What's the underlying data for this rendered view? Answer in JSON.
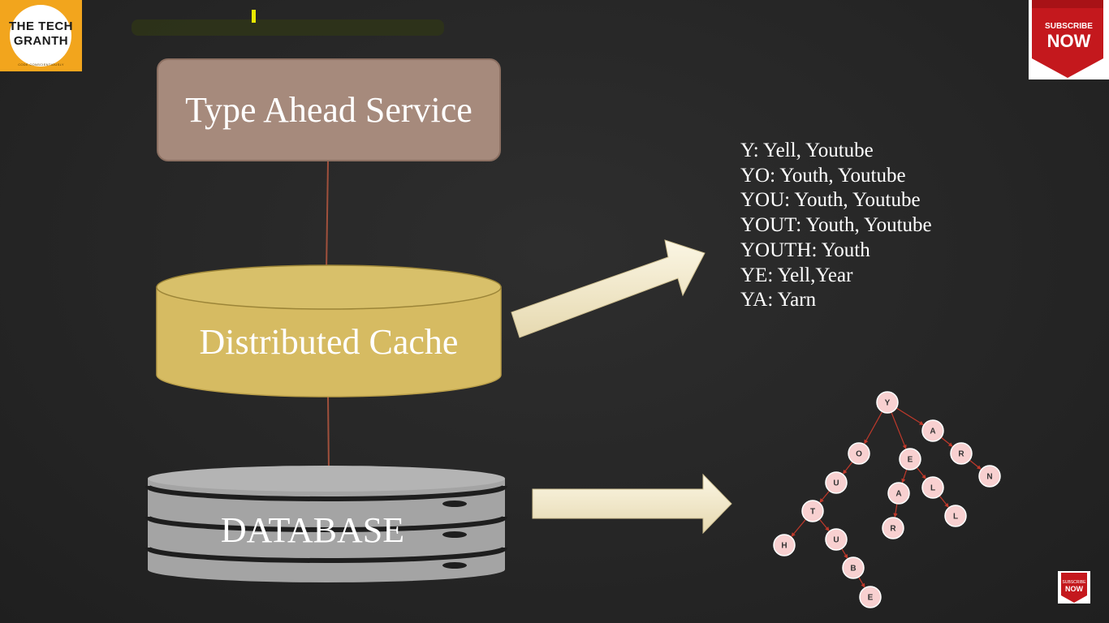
{
  "logo": {
    "line1": "THE TECH",
    "line2": "GRANTH",
    "tagline": "CODE CONSCIENTIOUSLY"
  },
  "subscribe_badge": {
    "line1": "SUBSCRIBE",
    "line2": "NOW"
  },
  "subscribe_badge_small": {
    "line1": "SUBSCRIBE",
    "line2": "NOW"
  },
  "diagram": {
    "service_label": "Type Ahead Service",
    "cache_label": "Distributed Cache",
    "database_label": "DATABASE",
    "colors": {
      "service": "#a68a7c",
      "cache": "#d6bb62",
      "database": "#a4a4a4",
      "arrow": "#f6eed2",
      "connector": "#a0503c",
      "trie_node": "#f8d0d0"
    }
  },
  "prefix_cache": [
    "Y: Yell, Youtube",
    "YO: Youth, Youtube",
    "YOU: Youth, Youtube",
    "YOUT: Youth, Youtube",
    "YOUTH: Youth",
    "YE: Yell,Year",
    "YA: Yarn"
  ],
  "trie": {
    "nodes": [
      {
        "id": "y",
        "label": "Y"
      },
      {
        "id": "o",
        "label": "O"
      },
      {
        "id": "u1",
        "label": "U"
      },
      {
        "id": "t",
        "label": "T"
      },
      {
        "id": "h",
        "label": "H"
      },
      {
        "id": "u2",
        "label": "U"
      },
      {
        "id": "b",
        "label": "B"
      },
      {
        "id": "e1",
        "label": "E"
      },
      {
        "id": "e2",
        "label": "E"
      },
      {
        "id": "a1",
        "label": "A"
      },
      {
        "id": "r1",
        "label": "R"
      },
      {
        "id": "l1",
        "label": "L"
      },
      {
        "id": "l2",
        "label": "L"
      },
      {
        "id": "a2",
        "label": "A"
      },
      {
        "id": "r2",
        "label": "R"
      },
      {
        "id": "n",
        "label": "N"
      }
    ],
    "edges": [
      [
        "y",
        "o"
      ],
      [
        "o",
        "u1"
      ],
      [
        "u1",
        "t"
      ],
      [
        "t",
        "h"
      ],
      [
        "t",
        "u2"
      ],
      [
        "u2",
        "b"
      ],
      [
        "b",
        "e1"
      ],
      [
        "y",
        "e2"
      ],
      [
        "e2",
        "a1"
      ],
      [
        "a1",
        "r1"
      ],
      [
        "e2",
        "l1"
      ],
      [
        "l1",
        "l2"
      ],
      [
        "y",
        "a2"
      ],
      [
        "a2",
        "r2"
      ],
      [
        "r2",
        "n"
      ]
    ]
  }
}
